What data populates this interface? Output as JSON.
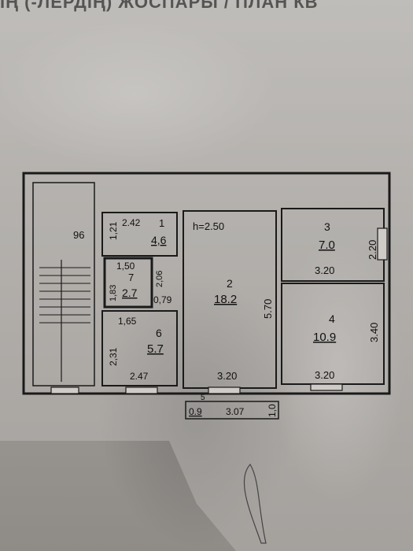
{
  "heading": "ІҢ (-ЛЕРДІҢ) ЖОСПАРЫ / ПЛАН КВ",
  "height_label": "h=2.50",
  "stair_label": "96",
  "rooms": [
    {
      "id": "1",
      "area": "4,6",
      "dims": [
        "2.42",
        "1,21"
      ]
    },
    {
      "id": "2",
      "area": "18.2",
      "dims": [
        "5.70",
        "3.20"
      ]
    },
    {
      "id": "3",
      "area": "7.0",
      "dims": [
        "3.20",
        "2.20"
      ]
    },
    {
      "id": "4",
      "area": "10.9",
      "dims": [
        "3.40",
        "3.20"
      ]
    },
    {
      "id": "5",
      "area": "",
      "dims": [
        "0.9",
        "3.07",
        "1,0"
      ]
    },
    {
      "id": "6",
      "area": "5.7",
      "dims": [
        "1,65",
        "2,31",
        "2.47"
      ]
    },
    {
      "id": "7",
      "area": "2.7",
      "dims": [
        "1,50",
        "1,83",
        "2,06",
        "0,79"
      ]
    }
  ]
}
